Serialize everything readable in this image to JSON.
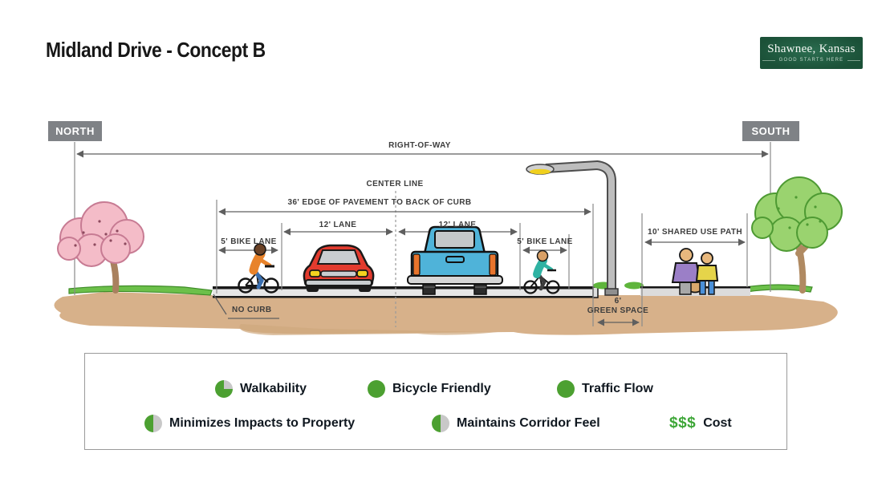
{
  "title": "Midland Drive - Concept B",
  "logo": {
    "name": "Shawnee, Kansas",
    "tagline": "GOOD STARTS HERE"
  },
  "badges": {
    "north": "NORTH",
    "south": "SOUTH"
  },
  "dimensions": {
    "right_of_way": "RIGHT-OF-WAY",
    "center_line": "CENTER LINE",
    "edge_of_pavement": "36' EDGE OF PAVEMENT TO BACK OF CURB",
    "lane_left": "12' LANE",
    "lane_right": "12' LANE",
    "bike_lane_left": "5' BIKE LANE",
    "bike_lane_right": "5' BIKE LANE",
    "shared_use_path": "10' SHARED USE PATH",
    "green_space_value": "6'",
    "green_space_label": "GREEN SPACE",
    "no_curb": "NO CURB"
  },
  "legend": {
    "items": [
      {
        "label": "Walkability",
        "fill": "three-quarter"
      },
      {
        "label": "Bicycle Friendly",
        "fill": "full"
      },
      {
        "label": "Traffic Flow",
        "fill": "full"
      },
      {
        "label": "Minimizes Impacts to Property",
        "fill": "half"
      },
      {
        "label": "Maintains Corridor Feel",
        "fill": "half"
      },
      {
        "label": "Cost",
        "fill": "dollars",
        "symbol": "$$$"
      }
    ]
  },
  "colors": {
    "accent_green": "#4ca031",
    "rating_gray": "#c8c8c8",
    "logo_green": "#1b5138",
    "badge_gray": "#7f8286",
    "ground_tan": "#d7b18a"
  }
}
